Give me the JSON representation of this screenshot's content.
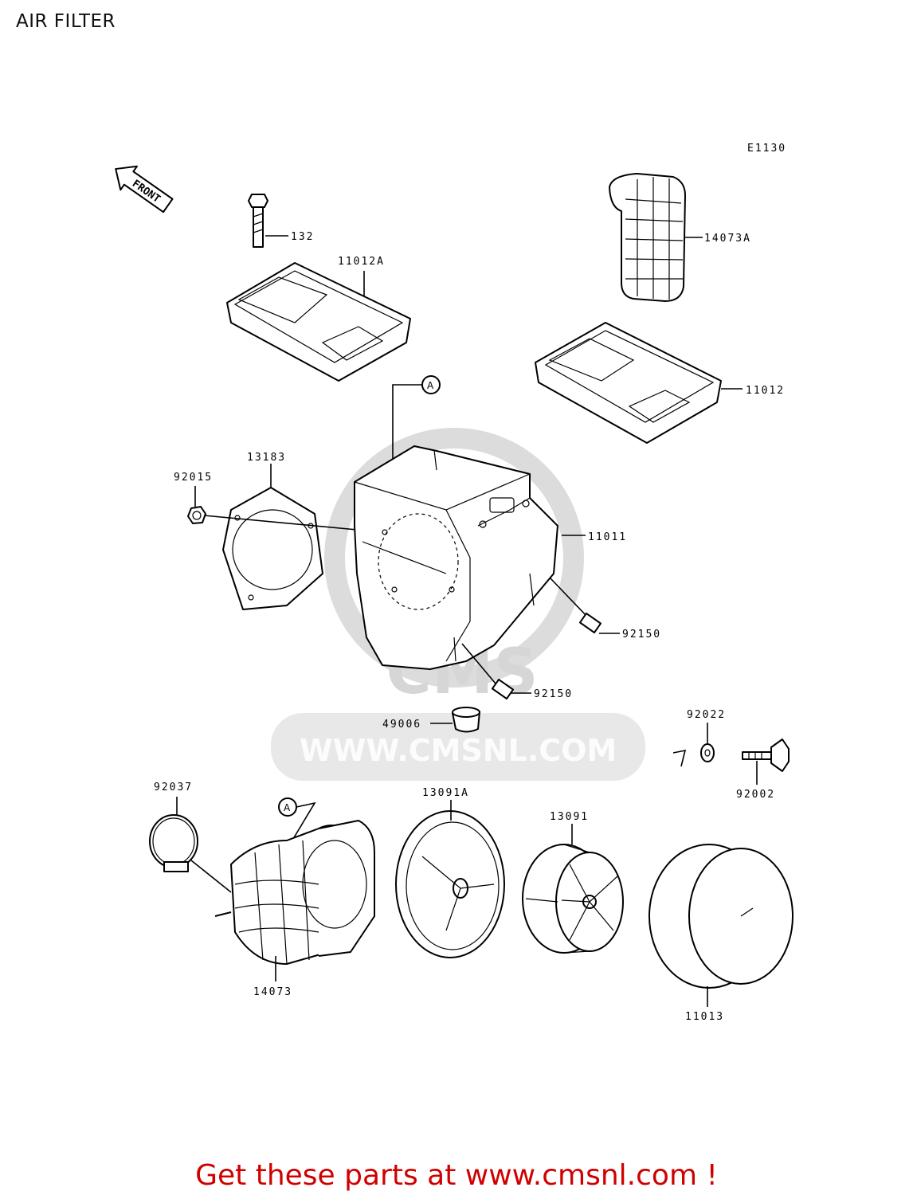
{
  "title": "AIR FILTER",
  "diagram_code": "E1130",
  "front_label": "FRONT",
  "watermark": {
    "brand": "CMS",
    "url": "WWW.CMSNL.COM"
  },
  "reference_marker": "A",
  "parts": {
    "p132": "132",
    "p14073A": "14073A",
    "p11012A": "11012A",
    "p11012": "11012",
    "p13183": "13183",
    "p92015": "92015",
    "p11011": "11011",
    "p92150a": "92150",
    "p92150b": "92150",
    "p49006": "49006",
    "p92022": "92022",
    "p92002": "92002",
    "p92037": "92037",
    "p13091A": "13091A",
    "p13091": "13091",
    "p14073": "14073",
    "p11013": "11013"
  },
  "footer_text": "Get these parts at www.cmsnl.com !",
  "colors": {
    "footer": "#d00000",
    "watermark": "#d9d9d9"
  }
}
